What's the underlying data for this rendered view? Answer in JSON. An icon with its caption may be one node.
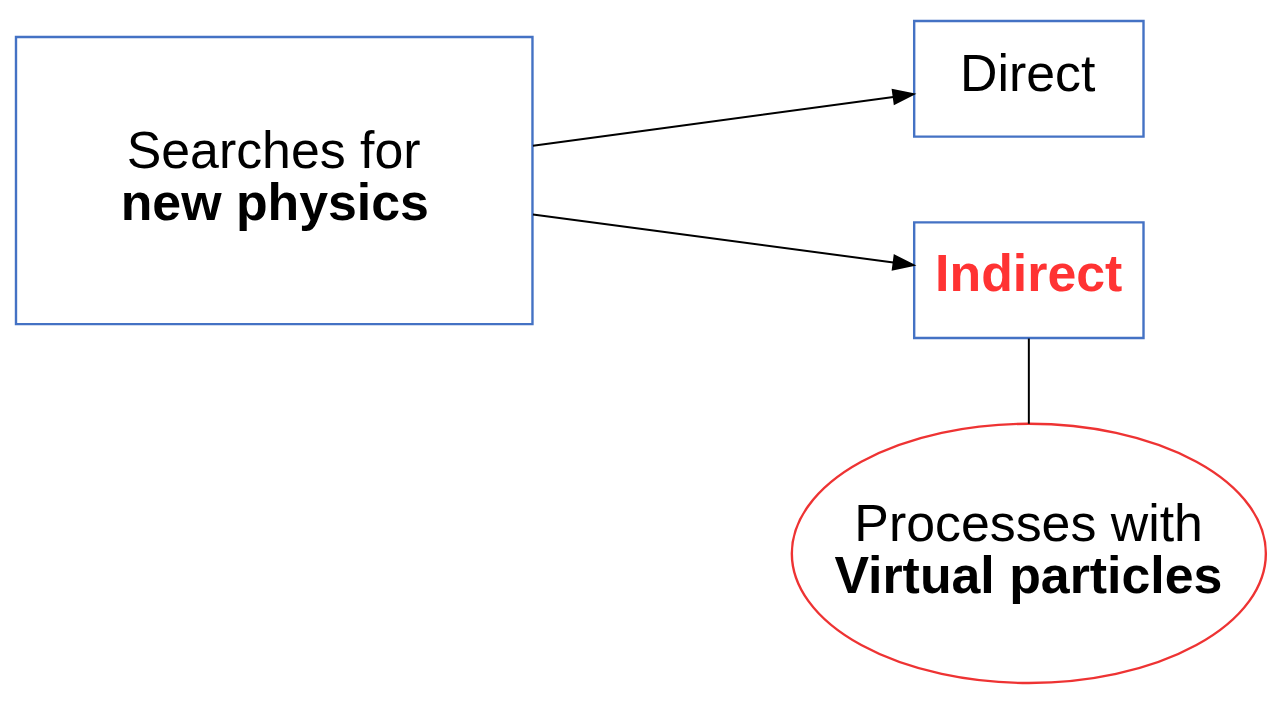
{
  "diagram": {
    "nodes": [
      {
        "text": [
          "Searches for **new physics**"
        ]
      },
      {
        "text": [
          "Direct"
        ]
      },
      {
        "text": [
          "Indirect"
        ]
      },
      {
        "text": [
          "Processes with **Virtual particles**"
        ]
      }
    ],
    "edges": [
      {
        "from": 0,
        "to": 1,
        "arrow": "to"
      },
      {
        "from": 0,
        "to": 2,
        "arrow": "to"
      },
      {
        "from": 2,
        "to": 3,
        "arrow": "none"
      }
    ]
  }
}
